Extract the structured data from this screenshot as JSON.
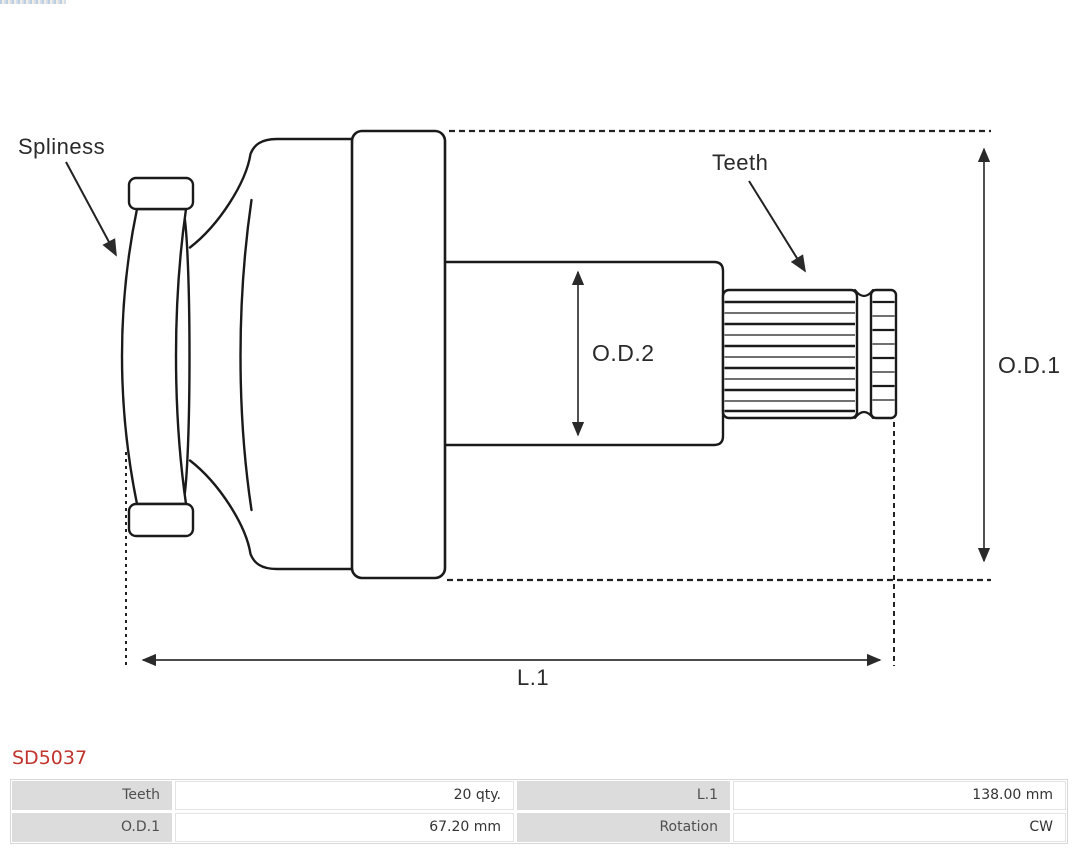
{
  "colors": {
    "part_number": "#c2342e",
    "table_label_bg": "#dcdcdc",
    "drawing_line": "#1a1a1a"
  },
  "decor": {
    "top_strip": "cropped-logo-edge"
  },
  "diagram": {
    "labels": {
      "spliness": "Spliness",
      "teeth": "Teeth",
      "od1": "O.D.1",
      "od2": "O.D.2",
      "l1": "L.1"
    }
  },
  "product": {
    "part_number": "SD5037"
  },
  "spec_table": {
    "rows": [
      {
        "label1": "Teeth",
        "value1": "20 qty.",
        "label2": "L.1",
        "value2": "138.00 mm"
      },
      {
        "label1": "O.D.1",
        "value1": "67.20 mm",
        "label2": "Rotation",
        "value2": "CW"
      }
    ]
  }
}
